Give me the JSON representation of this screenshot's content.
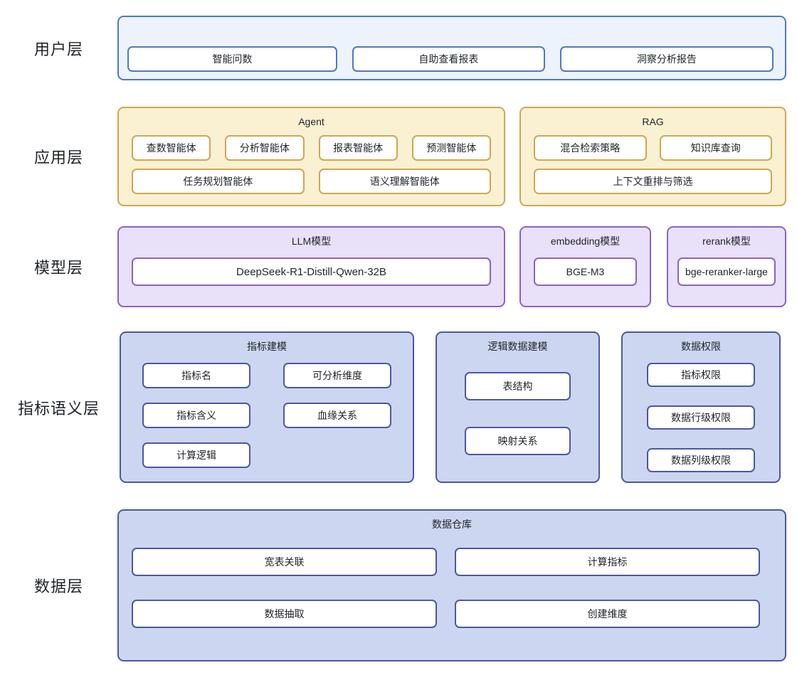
{
  "layers": [
    {
      "label": "用户层",
      "groups": [
        {
          "title": "",
          "items": [
            "智能问数",
            "自助查看报表",
            "洞察分析报告"
          ]
        }
      ]
    },
    {
      "label": "应用层",
      "groups": [
        {
          "title": "Agent",
          "items": [
            "查数智能体",
            "分析智能体",
            "报表智能体",
            "预测智能体",
            "任务规划智能体",
            "语义理解智能体"
          ]
        },
        {
          "title": "RAG",
          "items": [
            "混合检索策略",
            "知识库查询",
            "上下文重排与筛选"
          ]
        }
      ]
    },
    {
      "label": "模型层",
      "groups": [
        {
          "title": "LLM模型",
          "items": [
            "DeepSeek-R1-Distill-Qwen-32B"
          ]
        },
        {
          "title": "embedding模型",
          "items": [
            "BGE-M3"
          ]
        },
        {
          "title": "rerank模型",
          "items": [
            "bge-reranker-large"
          ]
        }
      ]
    },
    {
      "label": "指标语义层",
      "groups": [
        {
          "title": "指标建模",
          "items": [
            "指标名",
            "可分析维度",
            "指标含义",
            "血缘关系",
            "计算逻辑"
          ]
        },
        {
          "title": "逻辑数据建模",
          "items": [
            "表结构",
            "映射关系"
          ]
        },
        {
          "title": "数据权限",
          "items": [
            "指标权限",
            "数据行级权限",
            "数据列级权限"
          ]
        }
      ]
    },
    {
      "label": "数据层",
      "groups": [
        {
          "title": "数据仓库",
          "items": [
            "宽表关联",
            "计算指标",
            "数据抽取",
            "创建维度"
          ]
        }
      ]
    }
  ],
  "colors": {
    "user_layer_bg": "#EDF3FC",
    "user_layer_border": "#4D79C8",
    "app_layer_bg": "#FAF0D2",
    "app_layer_border": "#CFA750",
    "model_layer_bg": "#E9E0FA",
    "model_layer_border": "#8A63C9",
    "semantic_layer_bg": "#CDD6F0",
    "semantic_layer_border": "#4A58A2",
    "node_bg": "#FFFFFF",
    "text_color": "#1F2329"
  }
}
